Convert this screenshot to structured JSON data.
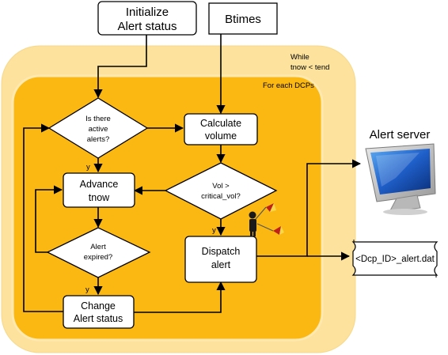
{
  "regions": {
    "outer_label_line1": "While",
    "outer_label_line2": "tnow < tend",
    "inner_label": "For each DCPs",
    "outer_color": "#fce29c",
    "inner_color": "#fbb812"
  },
  "nodes": {
    "initialize": {
      "line1": "Initialize",
      "line2": "Alert status"
    },
    "btimes": {
      "label": "Btimes"
    },
    "active_alerts": {
      "line1": "Is there",
      "line2": "active",
      "line3": "alerts?"
    },
    "calc_volume": {
      "line1": "Calculate",
      "line2": "volume"
    },
    "advance_tnow": {
      "line1": "Advance",
      "line2": "tnow"
    },
    "vol_check": {
      "line1": "Vol >",
      "line2": "critical_vol?"
    },
    "alert_expired": {
      "line1": "Alert",
      "line2": "expired?"
    },
    "dispatch": {
      "line1": "Dispatch",
      "line2": "alert"
    },
    "change_status": {
      "line1": "Change",
      "line2": "Alert status"
    },
    "alert_server": {
      "label": "Alert server"
    },
    "alert_file": {
      "label": "<Dcp_ID>_alert.dat"
    }
  },
  "edge_labels": {
    "yes_active": "y",
    "yes_vol": "y",
    "yes_expired": "y"
  },
  "icons": [
    "computer-monitor-icon",
    "signal-flag-person-icon",
    "scroll-document-icon"
  ]
}
